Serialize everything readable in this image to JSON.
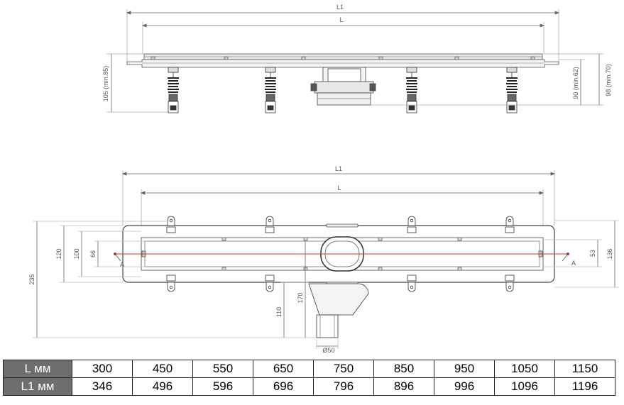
{
  "top_view": {
    "L1": "L1",
    "L": "L",
    "height_left": "105 (min.85)",
    "height_right_a": "90 (min.62)",
    "height_right_b": "98 (min.70)"
  },
  "plan_view": {
    "L1": "L1",
    "L": "L",
    "d235": "235",
    "d120": "120",
    "d100": "100",
    "d66": "66",
    "d53": "53",
    "d136": "136",
    "d170": "170",
    "d110": "110",
    "d50": "Ø50",
    "section_left": "A",
    "section_right": "A"
  },
  "size_table": {
    "row_L": {
      "label": "L мм",
      "values": [
        "300",
        "450",
        "550",
        "650",
        "750",
        "850",
        "950",
        "1050",
        "1150"
      ]
    },
    "row_L1": {
      "label": "L1 мм",
      "values": [
        "346",
        "496",
        "596",
        "696",
        "796",
        "896",
        "996",
        "1096",
        "1196"
      ]
    }
  },
  "colors": {
    "line": "#555555",
    "section_line": "#c0392b",
    "table_header": "#6e6e6e"
  }
}
